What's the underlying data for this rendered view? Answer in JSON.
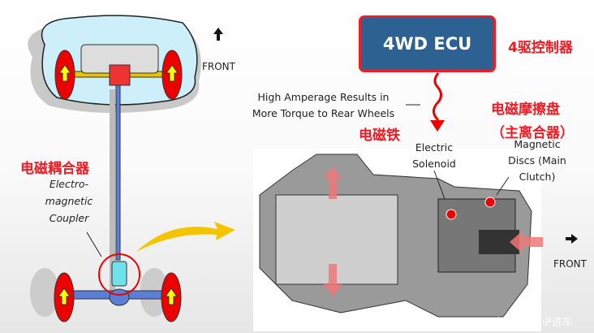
{
  "ecu": {
    "label": "4WD ECU",
    "cn_label": "4驱控制器"
  },
  "front_top": "FRONT",
  "front_right": "FRONT",
  "amperage_note": {
    "line1": "High Amperage Results in",
    "line2": "More Torque to Rear Wheels"
  },
  "solenoid": {
    "cn": "电磁铁",
    "line1": "Electric",
    "line2": "Solenoid"
  },
  "discs": {
    "cn1": "电磁摩擦盘",
    "cn2": "（主离合器）",
    "line1": "Magnetic",
    "line2": "Discs (Main",
    "line3": "Clutch)"
  },
  "coupler": {
    "cn": "电磁耦合器",
    "line1": "Electro-",
    "line2": "magnetic",
    "line3": "Coupler"
  },
  "watermark": "头条号 / 小P讲车",
  "colors": {
    "ecu_fill": "#2c6191",
    "accent_red": "#ee1c24",
    "shaft_blue": "#5b7fd6",
    "arrow_yellow": "#f5c400"
  }
}
